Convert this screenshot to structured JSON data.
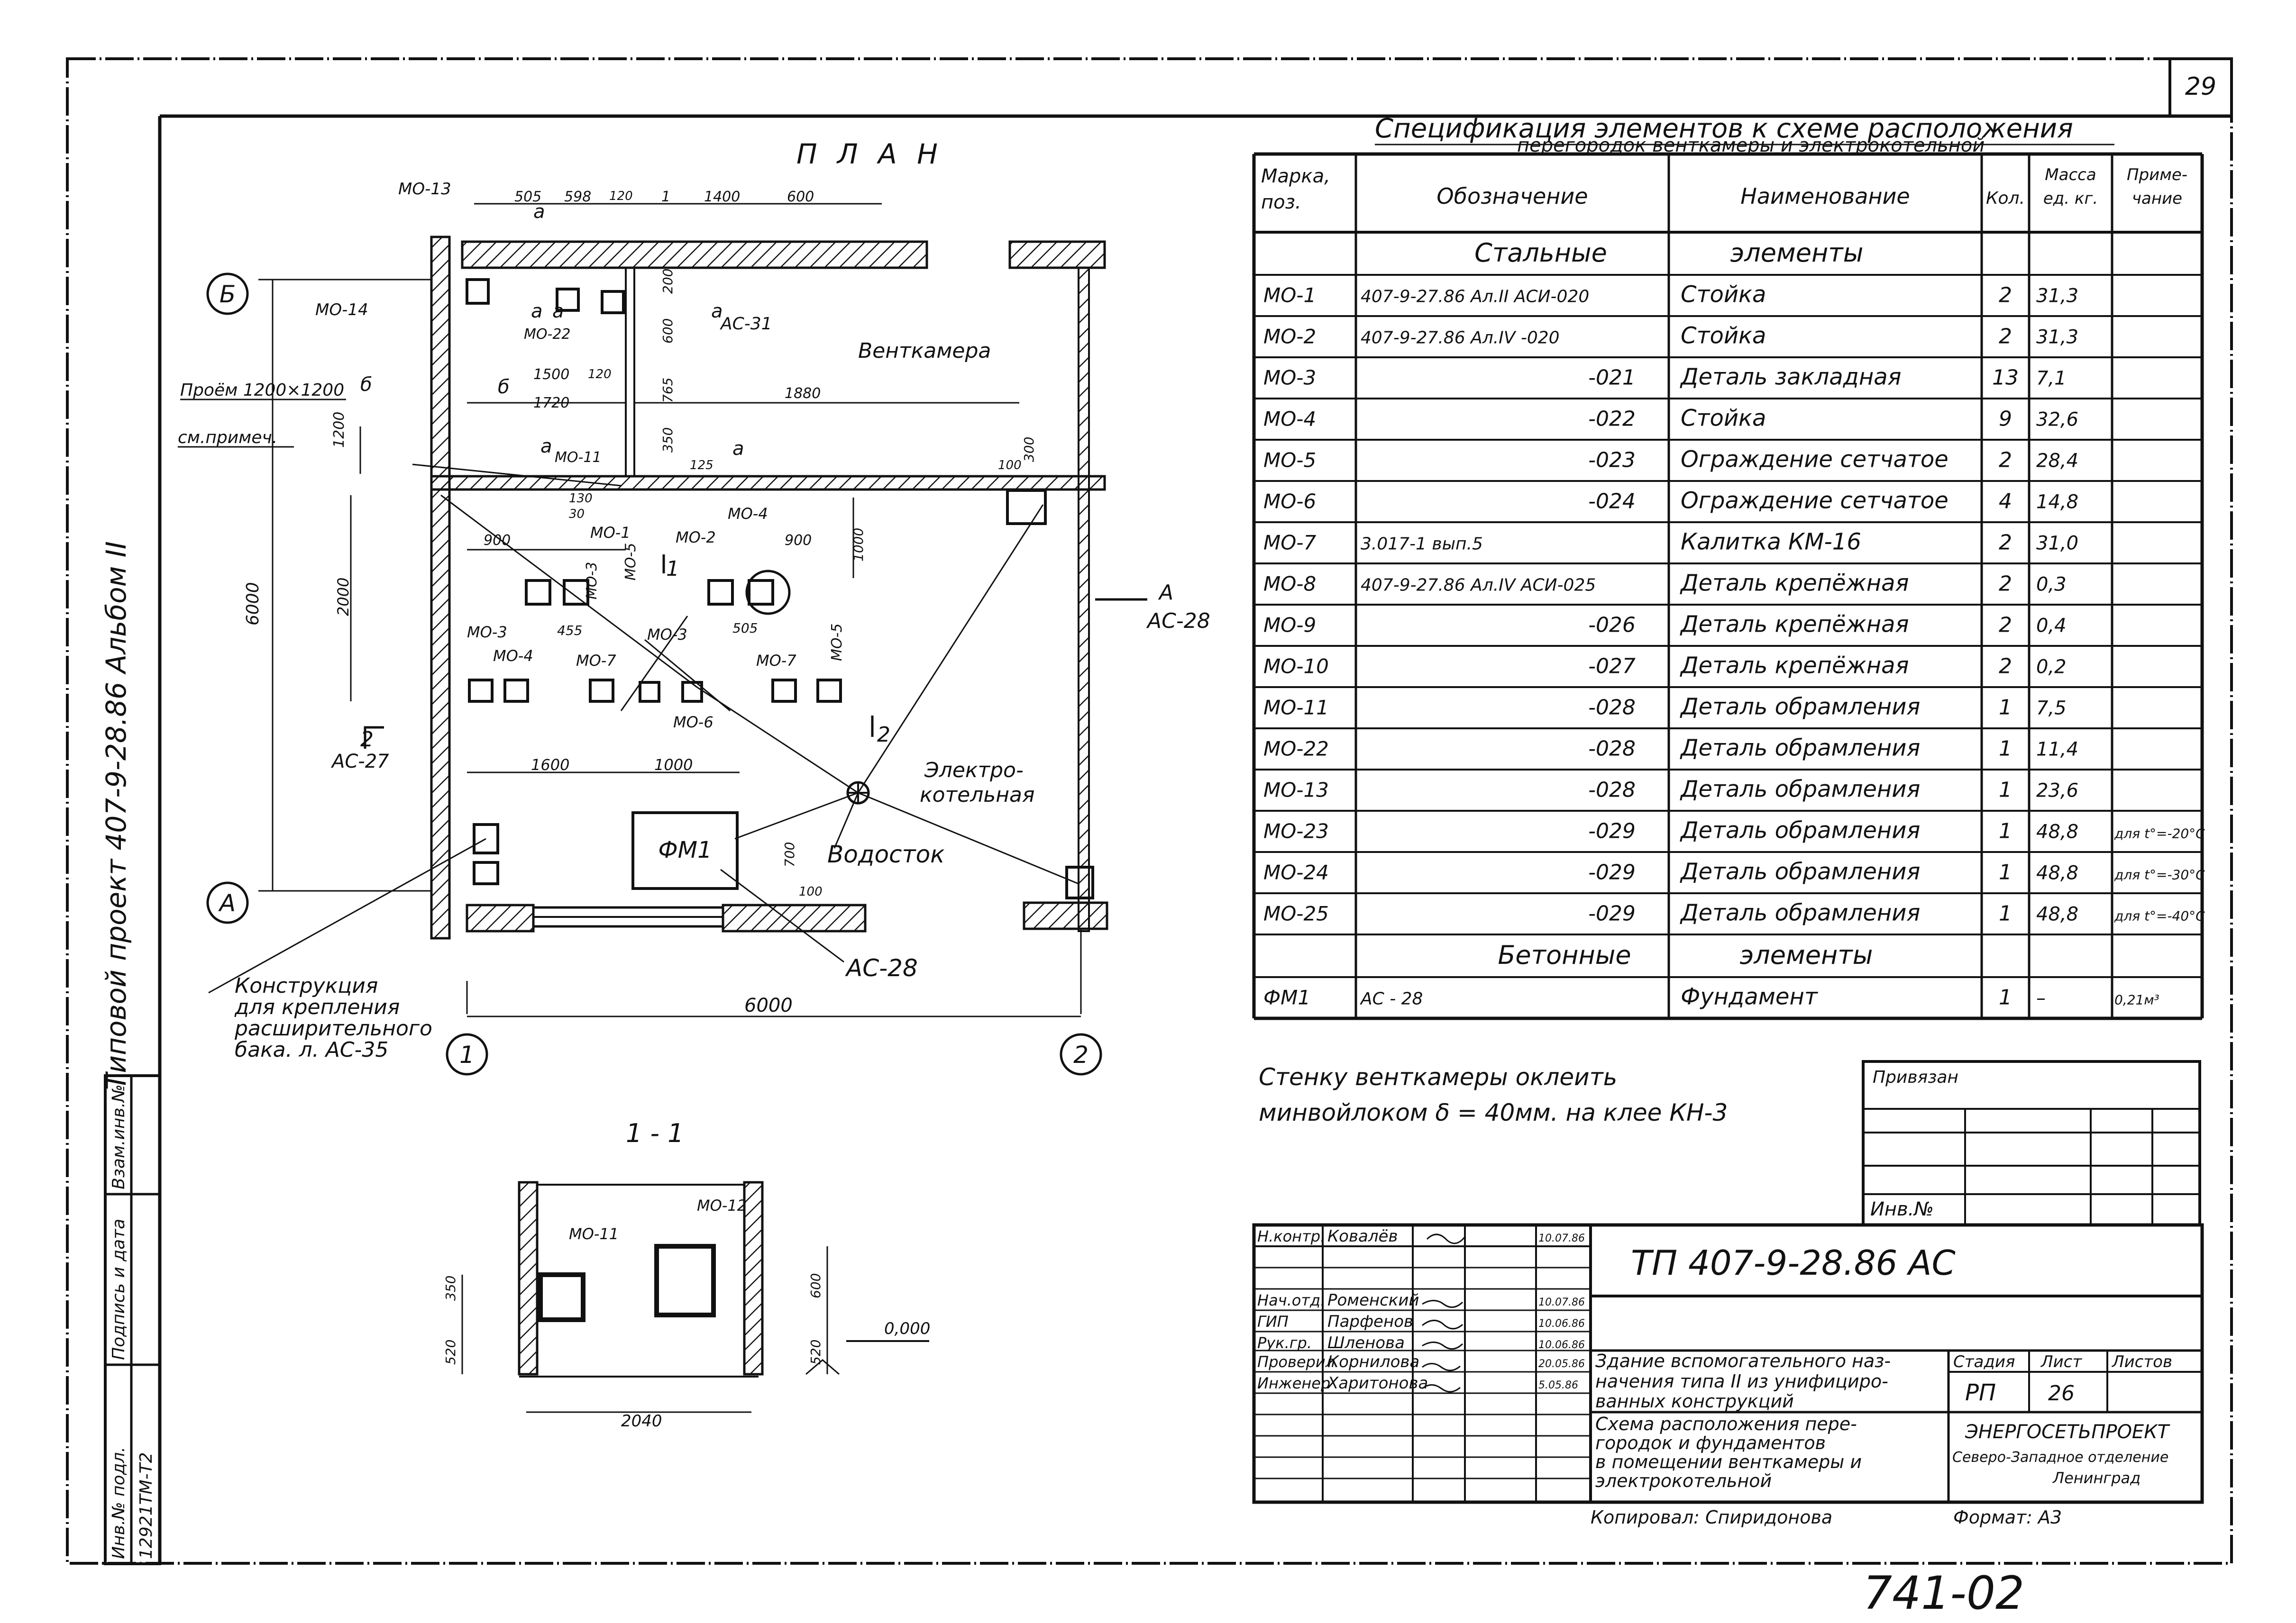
{
  "sheet": {
    "page_number": "29",
    "sheet_ref": "741-02",
    "album_text": "Типовой проект 407-9-28.86 Альбом II",
    "inv_labels": [
      "Инв.№ подл.",
      "Подпись и дата",
      "Взам.инв.№"
    ],
    "inv_value": "12921ТМ-Т2"
  },
  "plan": {
    "title": "П Л А Н",
    "room_vent": "Венткамера",
    "room_boiler_1": "Электро-",
    "room_boiler_2": "котельная",
    "vodostok": "Водосток",
    "opening": "Проём 1200×1200",
    "see_note": "см.примеч.",
    "fm1": "ФМ1",
    "construction_note": [
      "Конструкция",
      "для крепления",
      "расширительного",
      "бака. л. АС-35"
    ],
    "axes": {
      "b": "Б",
      "a": "А",
      "one": "1",
      "two": "2"
    },
    "sec_refs": {
      "ac31": "АС-31",
      "ac28_a": "АС-28",
      "ac28_b": "АС-28",
      "ac27": "АС-27",
      "mo11": "МО-11",
      "mo22": "МО-22",
      "mark_a": "а",
      "mark_b": "б",
      "mark_A": "А",
      "mark_1": "1",
      "mark_2": "2"
    },
    "marks": {
      "mo13": "МО-13",
      "mo14": "МО-14",
      "mo1": "МО-1",
      "mo2": "МО-2",
      "mo3a": "МО-3",
      "mo3b": "МО-3",
      "mo3c": "МО-3",
      "mo4a": "МО-4",
      "mo4b": "МО-4",
      "mo5a": "МО-5",
      "mo5b": "МО-5",
      "mo6": "МО-6",
      "mo7a": "МО-7",
      "mo7b": "МО-7"
    },
    "dims": {
      "d505": "505",
      "d598": "598",
      "d120": "120",
      "d1": "1",
      "d1400": "1400",
      "d600a": "600",
      "d600b": "600",
      "d200": "200",
      "d1500": "1500",
      "d120b": "120",
      "d1720": "1720",
      "d1880": "1880",
      "d765": "765",
      "d350": "350",
      "d125": "125",
      "d1200": "1200",
      "d300": "300",
      "d100a": "100",
      "d130": "130",
      "d30": "30",
      "d900a": "900",
      "d900b": "900",
      "d1000a": "1000",
      "d2000": "2000",
      "d455": "455",
      "d505b": "505",
      "d6000v": "6000",
      "d1600": "1600",
      "d1000b": "1000",
      "d700": "700",
      "d100b": "100",
      "d6000h": "6000"
    }
  },
  "section": {
    "title": "1 - 1",
    "mo11": "МО-11",
    "mo12": "МО-12",
    "d350": "350",
    "d520a": "520",
    "d600": "600",
    "d520b": "520",
    "level": "0,000",
    "d2040": "2040"
  },
  "spec": {
    "title_line1": "Спецификация элементов к схеме расположения",
    "title_line2": "перегородок венткамеры и электрокотельной",
    "headers": [
      "Марка, поз.",
      "Обозначение",
      "Наименование",
      "Кол.",
      "Масса ед. кг.",
      "Приме- чание"
    ],
    "group_steel": [
      "Стальные",
      "элементы"
    ],
    "group_concrete": [
      "Бетонные",
      "элементы"
    ],
    "rows": [
      [
        "МО-1",
        "407-9-27.86 Ал.II АСИ-020",
        "Стойка",
        "2",
        "31,3",
        ""
      ],
      [
        "МО-2",
        "407-9-27.86 Ал.IV -020",
        "Стойка",
        "2",
        "31,3",
        ""
      ],
      [
        "МО-3",
        "-021",
        "Деталь закладная",
        "13",
        "7,1",
        ""
      ],
      [
        "МО-4",
        "-022",
        "Стойка",
        "9",
        "32,6",
        ""
      ],
      [
        "МО-5",
        "-023",
        "Ограждение сетчатое",
        "2",
        "28,4",
        ""
      ],
      [
        "МО-6",
        "-024",
        "Ограждение сетчатое",
        "4",
        "14,8",
        ""
      ],
      [
        "МО-7",
        "3.017-1 вып.5",
        "Калитка КМ-16",
        "2",
        "31,0",
        ""
      ],
      [
        "МО-8",
        "407-9-27.86 Ал.IV АСИ-025",
        "Деталь крепёжная",
        "2",
        "0,3",
        ""
      ],
      [
        "МО-9",
        "-026",
        "Деталь крепёжная",
        "2",
        "0,4",
        ""
      ],
      [
        "МО-10",
        "-027",
        "Деталь крепёжная",
        "2",
        "0,2",
        ""
      ],
      [
        "МО-11",
        "-028",
        "Деталь обрамления",
        "1",
        "7,5",
        ""
      ],
      [
        "МО-22",
        "-028",
        "Деталь обрамления",
        "1",
        "11,4",
        ""
      ],
      [
        "МО-13",
        "-028",
        "Деталь обрамления",
        "1",
        "23,6",
        ""
      ],
      [
        "МО-23",
        "-029",
        "Деталь обрамления",
        "1",
        "48,8",
        "для t°=-20°C"
      ],
      [
        "МО-24",
        "-029",
        "Деталь обрамления",
        "1",
        "48,8",
        "для t°=-30°C"
      ],
      [
        "МО-25",
        "-029",
        "Деталь обрамления",
        "1",
        "48,8",
        "для t°=-40°C"
      ]
    ],
    "concrete_row": [
      "ФМ1",
      "АС - 28",
      "Фундамент",
      "1",
      "–",
      "0,21м³"
    ]
  },
  "note": {
    "line1": "Стенку венткамеры оклеить",
    "line2": "минвойлоком δ = 40мм. на клее КН-3"
  },
  "binding": {
    "label": "Привязан",
    "inv_label": "Инв.№"
  },
  "title_block": {
    "code": "ТП   407-9-28.86   АС",
    "signers": [
      [
        "Н.контр.",
        "Ковалёв",
        "",
        "10.07.86"
      ],
      [
        "Нач.отд.",
        "Роменский",
        "",
        "10.07.86"
      ],
      [
        "ГИП",
        "Парфенов",
        "",
        "10.06.86"
      ],
      [
        "Рук.гр.",
        "Шленова",
        "",
        "10.06.86"
      ],
      [
        "Проверил",
        "Корнилова",
        "",
        "20.05.86"
      ],
      [
        "Инженер",
        "Харитонова",
        "",
        "5.05.86"
      ]
    ],
    "building_desc": [
      "Здание вспомогательного наз-",
      "начения типа II из унифициро-",
      "ванных конструкций"
    ],
    "sheet_desc": [
      "Схема расположения пере-",
      "городок и фундаментов",
      "в помещении венткамеры и",
      "электрокотельной"
    ],
    "stage_label": "Стадия",
    "sheet_label": "Лист",
    "sheets_label": "Листов",
    "stage": "РП",
    "sheet": "26",
    "sheets": "",
    "org": [
      "ЭНЕРГОСЕТЬПРОЕКТ",
      "Северо-Западное отделение",
      "Ленинград"
    ],
    "copied": "Копировал: Спиридонова",
    "format": "Формат: А3"
  }
}
